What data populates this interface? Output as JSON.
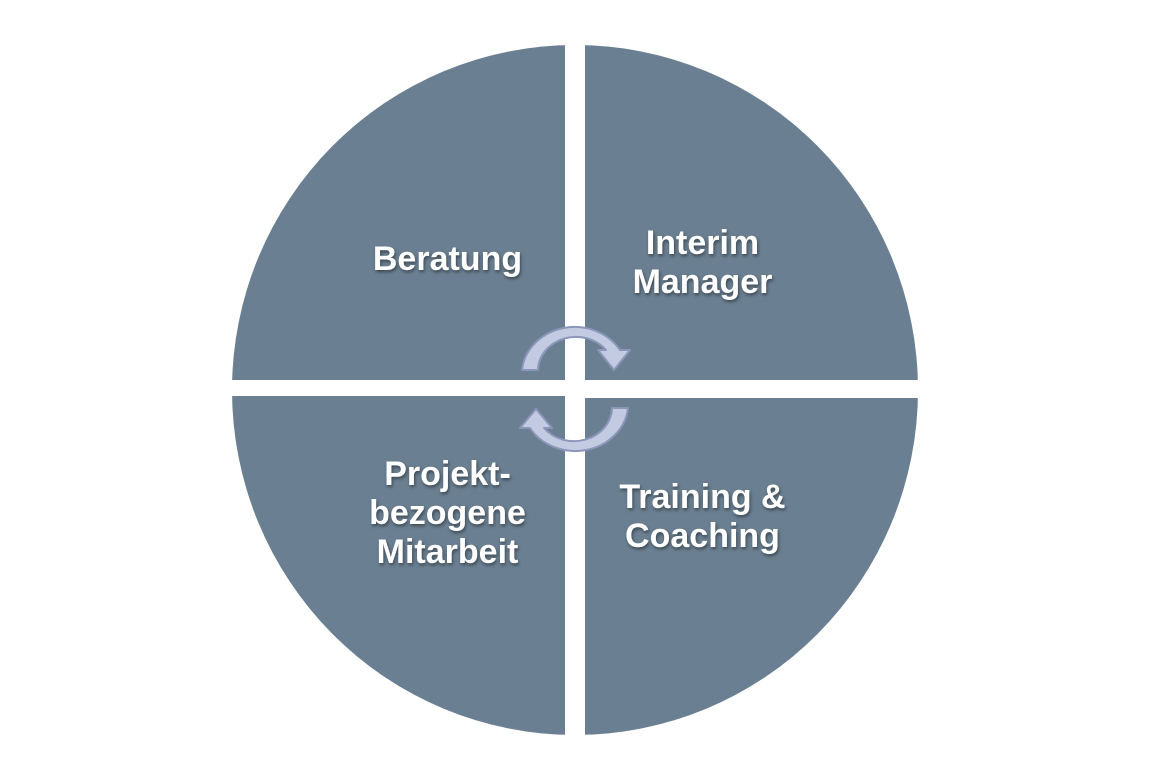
{
  "colors": {
    "quadrant_fill": "#6a7f91",
    "background": "#ffffff",
    "arrow_fill": "#c3cbe3",
    "arrow_stroke": "#8b97ba",
    "label_color": "#ffffff"
  },
  "quadrants": {
    "top_left": {
      "lines": [
        "Beratung"
      ]
    },
    "top_right": {
      "lines": [
        "Interim",
        "Manager"
      ]
    },
    "bottom_left": {
      "lines": [
        "Projekt-",
        "bezogene",
        "Mitarbeit"
      ]
    },
    "bottom_right": {
      "lines": [
        "Training &",
        "Coaching"
      ]
    }
  },
  "center_icon": "cycle-arrows-icon"
}
